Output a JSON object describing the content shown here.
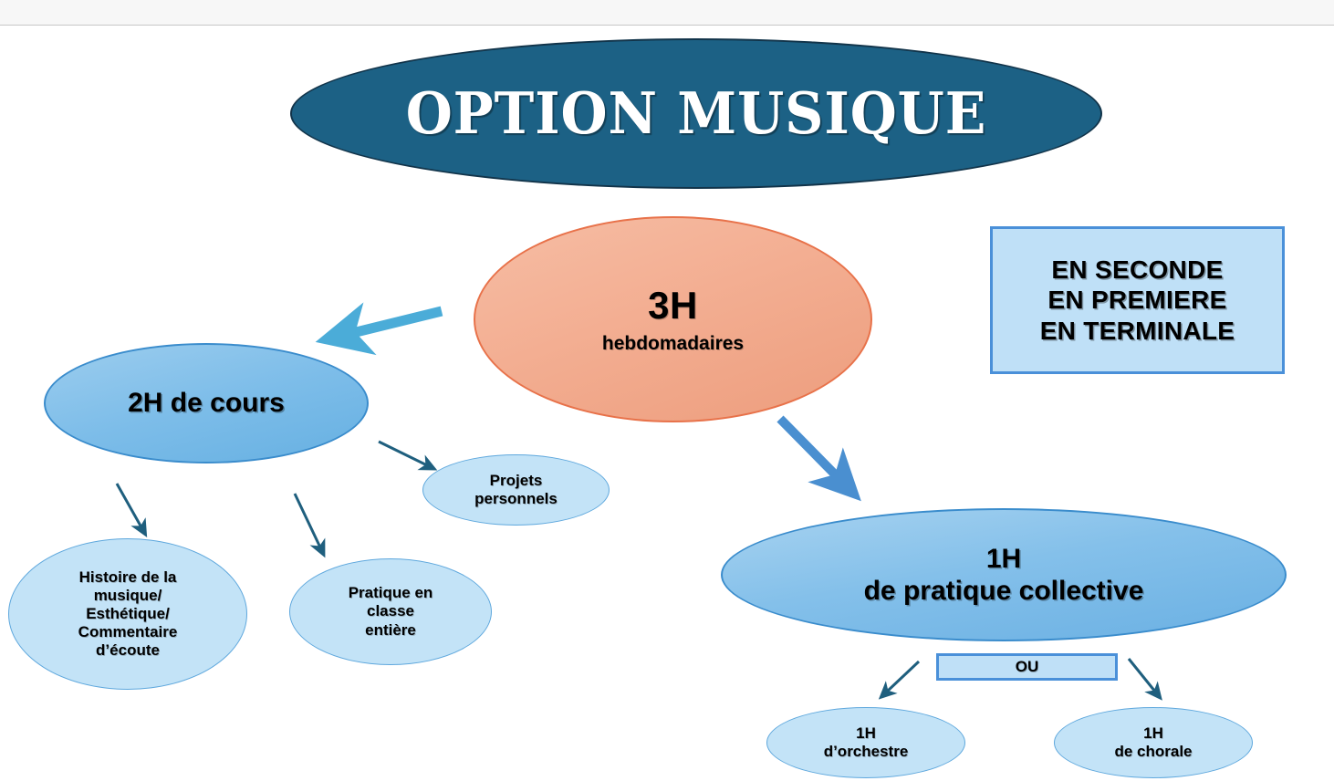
{
  "page": {
    "title": "OPTION MUSIQUE",
    "background": "#ffffff"
  },
  "colors": {
    "title_fill": "#1C6185",
    "title_text": "#ffffff",
    "hours_fill": "#F3AE92",
    "hours_border": "#E8724A",
    "medium_blue_fill": "#7DBDE9",
    "pale_blue_fill": "#C3E3F7",
    "blue_border": "#4A90D9",
    "levels_box_fill": "#BFE0F7",
    "arrow_cyan": "#4BACD8",
    "arrow_blue": "#4A8FD0",
    "arrow_dark_teal": "#1F5F7E"
  },
  "nodes": {
    "title": {
      "label": "OPTION MUSIQUE"
    },
    "hours": {
      "big": "3H",
      "small": "hebdomadaires"
    },
    "levels": {
      "lines": [
        "EN SECONDE",
        "EN PREMIERE",
        "EN TERMINALE"
      ]
    },
    "cours": {
      "label": "2H de cours"
    },
    "collective": {
      "line1": "1H",
      "line2": "de pratique collective"
    },
    "projets": {
      "line1": "Projets",
      "line2": "personnels"
    },
    "histoire": {
      "line1": "Histoire de la",
      "line2": "musique/",
      "line3": "Esthétique/",
      "line4": "Commentaire",
      "line5": "d’écoute"
    },
    "pratique_classe": {
      "line1": "Pratique en",
      "line2": "classe",
      "line3": "entière"
    },
    "ou": {
      "label": "OU"
    },
    "orchestre": {
      "line1": "1H",
      "line2": "d’orchestre"
    },
    "chorale": {
      "line1": "1H",
      "line2": "de chorale"
    }
  },
  "connectors": [
    {
      "name": "hours-to-cours",
      "style": "thick-cyan",
      "from": "hours",
      "to": "cours"
    },
    {
      "name": "hours-to-collective",
      "style": "thick-blue",
      "from": "hours",
      "to": "collective"
    },
    {
      "name": "cours-to-projets",
      "style": "thin-teal",
      "from": "cours",
      "to": "projets"
    },
    {
      "name": "cours-to-histoire",
      "style": "thin-teal",
      "from": "cours",
      "to": "histoire"
    },
    {
      "name": "cours-to-pratique-classe",
      "style": "thin-teal",
      "from": "cours",
      "to": "pratique_classe"
    },
    {
      "name": "collective-to-orchestre",
      "style": "thin-teal",
      "from": "collective",
      "to": "orchestre"
    },
    {
      "name": "collective-to-chorale",
      "style": "thin-teal",
      "from": "collective",
      "to": "chorale"
    }
  ]
}
